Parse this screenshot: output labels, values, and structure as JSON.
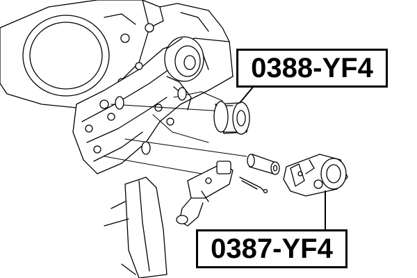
{
  "diagram": {
    "parts": [
      {
        "label": "0388-YF4",
        "depicts": "idler pulley"
      },
      {
        "label": "0387-YF4",
        "depicts": "timing belt tensioner"
      }
    ]
  },
  "colors": {
    "line": "#000000",
    "background": "#ffffff",
    "fill": "#ffffff"
  }
}
